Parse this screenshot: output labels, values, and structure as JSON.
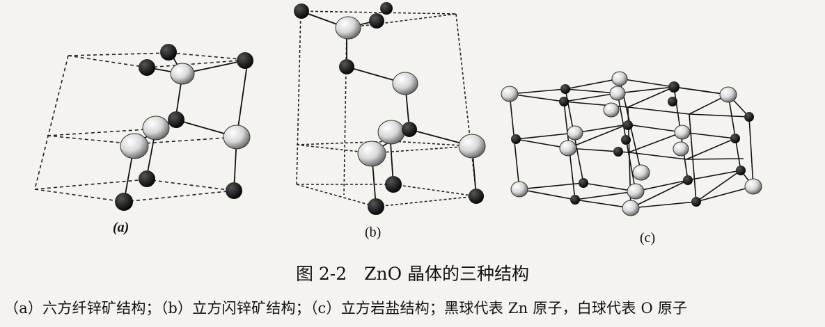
{
  "figure": {
    "caption": "图 2-2　ZnO 晶体的三种结构",
    "legend": "（a）六方纤锌矿结构；（b）立方闪锌矿结构；（c）立方岩盐结构；黑球代表 Zn 原子，白球代表 O 原子",
    "panels": [
      {
        "id": "a",
        "label": "(a)"
      },
      {
        "id": "b",
        "label": "(b)"
      },
      {
        "id": "c",
        "label": "(c)"
      }
    ]
  },
  "atoms": {
    "zn_color": "#111111",
    "o_color": "#e6e6e6"
  }
}
